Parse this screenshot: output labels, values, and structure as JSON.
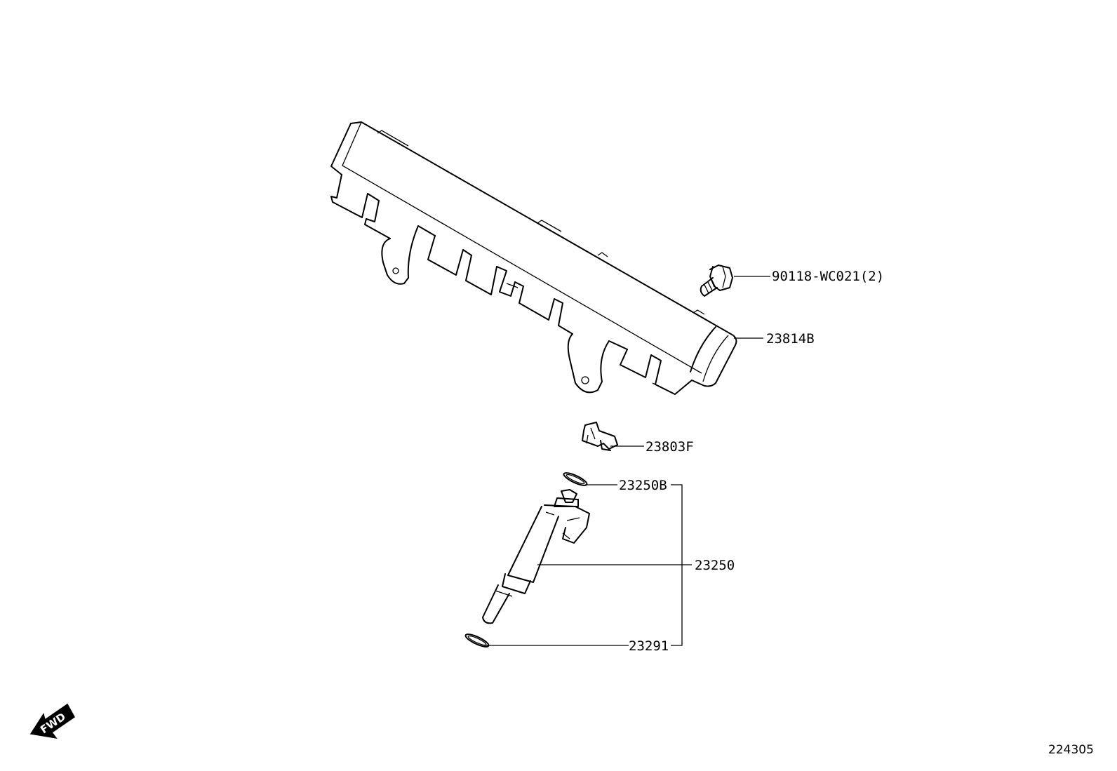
{
  "diagram": {
    "parts": [
      {
        "id": "bolt",
        "label": "90118-WC021(2)"
      },
      {
        "id": "fuel-rail",
        "label": "23814B"
      },
      {
        "id": "clip",
        "label": "23803F"
      },
      {
        "id": "upper-o-ring",
        "label": "23250B"
      },
      {
        "id": "injector",
        "label": "23250"
      },
      {
        "id": "lower-o-ring",
        "label": "23291"
      }
    ],
    "direction_arrow": "FWD",
    "reference_number": "224305"
  }
}
